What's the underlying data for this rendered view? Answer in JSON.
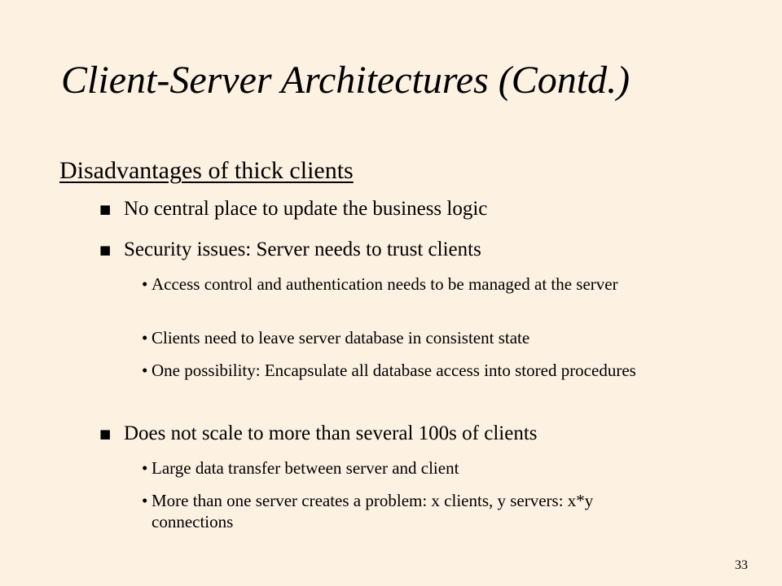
{
  "slide": {
    "title": "Client-Server Architectures (Contd.)",
    "heading": "Disadvantages of thick clients",
    "page_number": "33",
    "bullets": [
      {
        "text": "No central place to update the business logic",
        "subs": []
      },
      {
        "text": "Security issues: Server needs to trust clients",
        "subs": [
          "Access control and authentication needs to be managed at the server",
          "Clients need to leave server database in consistent state",
          "One possibility: Encapsulate all database access into stored procedures"
        ]
      },
      {
        "text": "Does not scale to more than several 100s of clients",
        "subs": [
          "Large data transfer between server and client",
          "More than one server creates a problem: x clients, y servers: x*y connections"
        ]
      }
    ]
  }
}
